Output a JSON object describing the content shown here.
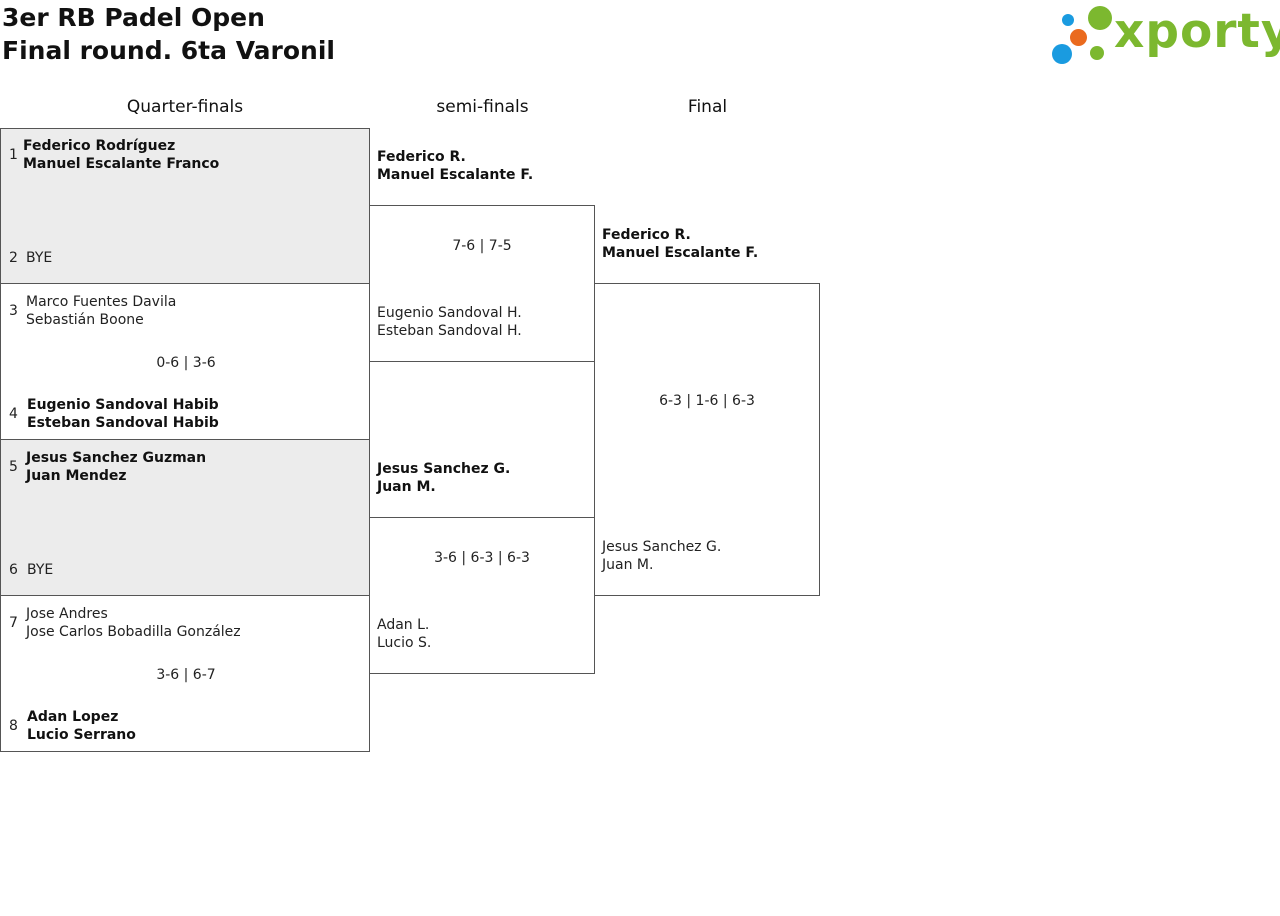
{
  "header": {
    "tournament": "3er RB Padel Open",
    "subtitle": "Final round. 6ta Varonil"
  },
  "logo": {
    "text": "xporty",
    "colors": {
      "green": "#7cb82f",
      "blue": "#1a9be0",
      "orange": "#ea6a1e"
    }
  },
  "rounds": [
    {
      "label": "Quarter-finals"
    },
    {
      "label": "semi-finals"
    },
    {
      "label": "Final"
    }
  ],
  "quarterfinals": [
    {
      "top": {
        "seed": "1",
        "players": [
          "Federico Rodríguez",
          "Manuel Escalante Franco"
        ],
        "winner": true
      },
      "bottom": {
        "seed": "2",
        "players": [
          "BYE"
        ],
        "winner": false
      },
      "score": "",
      "bye": true
    },
    {
      "top": {
        "seed": "3",
        "players": [
          "Marco Fuentes Davila",
          "Sebastián Boone"
        ],
        "winner": false
      },
      "bottom": {
        "seed": "4",
        "players": [
          "Eugenio Sandoval Habib",
          "Esteban Sandoval Habib"
        ],
        "winner": true
      },
      "score": "0-6 | 3-6",
      "bye": false
    },
    {
      "top": {
        "seed": "5",
        "players": [
          "Jesus Sanchez Guzman",
          "Juan Mendez"
        ],
        "winner": true
      },
      "bottom": {
        "seed": "6",
        "players": [
          "BYE"
        ],
        "winner": false
      },
      "score": "",
      "bye": true
    },
    {
      "top": {
        "seed": "7",
        "players": [
          "Jose Andres",
          "Jose Carlos Bobadilla González"
        ],
        "winner": false
      },
      "bottom": {
        "seed": "8",
        "players": [
          "Adan Lopez",
          "Lucio Serrano"
        ],
        "winner": true
      },
      "score": "3-6 | 6-7",
      "bye": false
    }
  ],
  "semifinals": [
    {
      "top": {
        "players": [
          "Federico R.",
          "Manuel Escalante F."
        ],
        "winner": true
      },
      "bottom": {
        "players": [
          "Eugenio Sandoval H.",
          "Esteban Sandoval H."
        ],
        "winner": false
      },
      "score": "7-6 | 7-5"
    },
    {
      "top": {
        "players": [
          "Jesus Sanchez G.",
          "Juan M."
        ],
        "winner": true
      },
      "bottom": {
        "players": [
          "Adan L.",
          "Lucio S."
        ],
        "winner": false
      },
      "score": "3-6 | 6-3 | 6-3"
    }
  ],
  "final": {
    "top": {
      "players": [
        "Federico R.",
        "Manuel Escalante F."
      ],
      "winner": true
    },
    "bottom": {
      "players": [
        "Jesus Sanchez G.",
        "Juan M."
      ],
      "winner": false
    },
    "score": "6-3 | 1-6 | 6-3"
  }
}
